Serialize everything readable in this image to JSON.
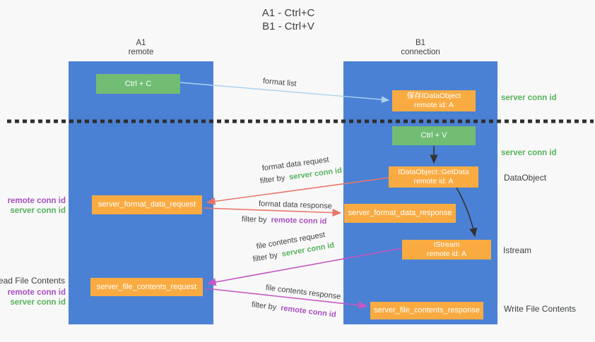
{
  "title": {
    "line1": "A1 - Ctrl+C",
    "line2": "B1 - Ctrl+V"
  },
  "lanes": {
    "a": {
      "title": "A1",
      "subtitle": "remote"
    },
    "b": {
      "title": "B1",
      "subtitle": "connection"
    }
  },
  "nodes": {
    "ctrl_c": {
      "label": "Ctrl + C"
    },
    "save_idataobject": {
      "line1": "保存IDataObject",
      "line2": "remote id: A"
    },
    "ctrl_v": {
      "label": "Ctrl + V"
    },
    "idataobject_getdata": {
      "line1": "IDataObject::GetData",
      "line2": "remote id: A"
    },
    "server_format_data_request": {
      "label": "server_format_data_request"
    },
    "server_format_data_response": {
      "label": "server_format_data_response"
    },
    "istream": {
      "line1": "IStream",
      "line2": "remote id: A"
    },
    "server_file_contents_request": {
      "label": "server_file_contents_request"
    },
    "server_file_contents_response": {
      "label": "server_file_contents_response"
    }
  },
  "edges": {
    "format_list": {
      "label": "format list"
    },
    "format_data_request": {
      "label": "format data request",
      "filter_prefix": "filter by",
      "filter_key": "server conn id"
    },
    "format_data_response": {
      "label": "format data response",
      "filter_prefix": "filter by",
      "filter_key": "remote conn id"
    },
    "file_contents_request": {
      "label": "file contents request",
      "filter_prefix": "filter by",
      "filter_key": "server conn id"
    },
    "file_contents_response": {
      "label": "file contents response",
      "filter_prefix": "filter by",
      "filter_key": "remote conn id"
    }
  },
  "annotations": {
    "right_server_conn_id_top": "server conn id",
    "right_server_conn_id_mid": "server conn id",
    "right_dataobject": "DataObject",
    "right_istream": "Istream",
    "right_write_file_contents": "Write File Contents",
    "left_remote_conn_id_top": "remote conn id",
    "left_server_conn_id_top": "server conn id",
    "left_read_file_contents": "Read File Contents",
    "left_remote_conn_id_bottom": "remote conn id",
    "left_server_conn_id_bottom": "server conn id"
  },
  "colors": {
    "lane_blue": "#4a81d4",
    "node_green": "#71bd74",
    "node_orange": "#f9ab42",
    "text_green": "#55b25b",
    "text_purple": "#a84fc0",
    "arrow_red": "#e8756a",
    "arrow_magenta": "#c457c4",
    "arrow_light_blue": "#a9d2ef",
    "arrow_black": "#333333",
    "background": "#f8f8f8"
  }
}
